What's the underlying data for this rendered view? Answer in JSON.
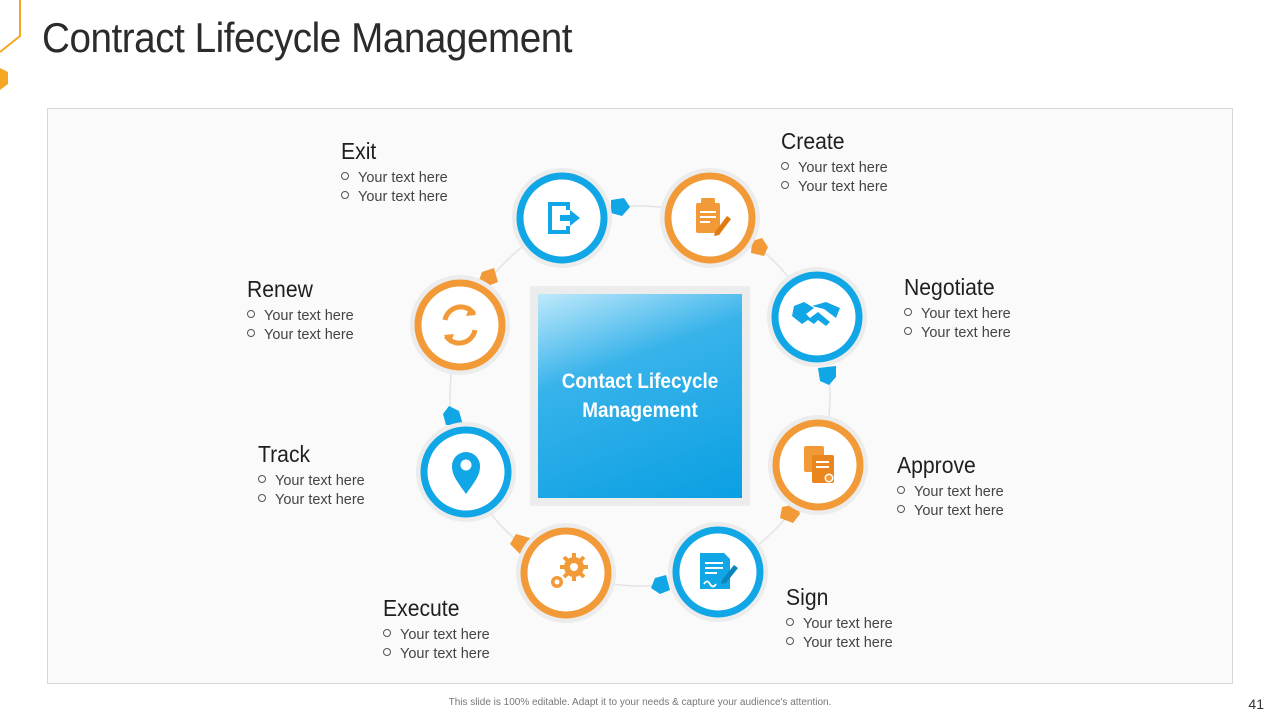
{
  "title": "Contract Lifecycle Management",
  "center_label": "Contact Lifecycle Management",
  "stages": [
    {
      "id": "create",
      "title": "Create",
      "bullets": [
        "Your text here",
        "Your text here"
      ],
      "color": "#f29a38",
      "icon": "contract-edit-icon"
    },
    {
      "id": "negotiate",
      "title": "Negotiate",
      "bullets": [
        "Your text here",
        "Your text here"
      ],
      "color": "#11a6e6",
      "icon": "handshake-icon"
    },
    {
      "id": "approve",
      "title": "Approve",
      "bullets": [
        "Your text here",
        "Your text here"
      ],
      "color": "#f29a38",
      "icon": "approved-documents-icon"
    },
    {
      "id": "sign",
      "title": "Sign",
      "bullets": [
        "Your text here",
        "Your text here"
      ],
      "color": "#11a6e6",
      "icon": "sign-document-icon"
    },
    {
      "id": "execute",
      "title": "Execute",
      "bullets": [
        "Your text here",
        "Your text here"
      ],
      "color": "#f29a38",
      "icon": "gears-icon"
    },
    {
      "id": "track",
      "title": "Track",
      "bullets": [
        "Your text here",
        "Your text here"
      ],
      "color": "#11a6e6",
      "icon": "location-pin-icon"
    },
    {
      "id": "renew",
      "title": "Renew",
      "bullets": [
        "Your text here",
        "Your text here"
      ],
      "color": "#f29a38",
      "icon": "refresh-icon"
    },
    {
      "id": "exit",
      "title": "Exit",
      "bullets": [
        "Your text here",
        "Your text here"
      ],
      "color": "#11a6e6",
      "icon": "exit-icon"
    }
  ],
  "footer": "This slide is 100% editable. Adapt it to your needs & capture your audience's attention.",
  "page_number": "41",
  "colors": {
    "orange": "#f29a38",
    "blue": "#11a6e6",
    "center_gradient": "#0a9fe3"
  }
}
